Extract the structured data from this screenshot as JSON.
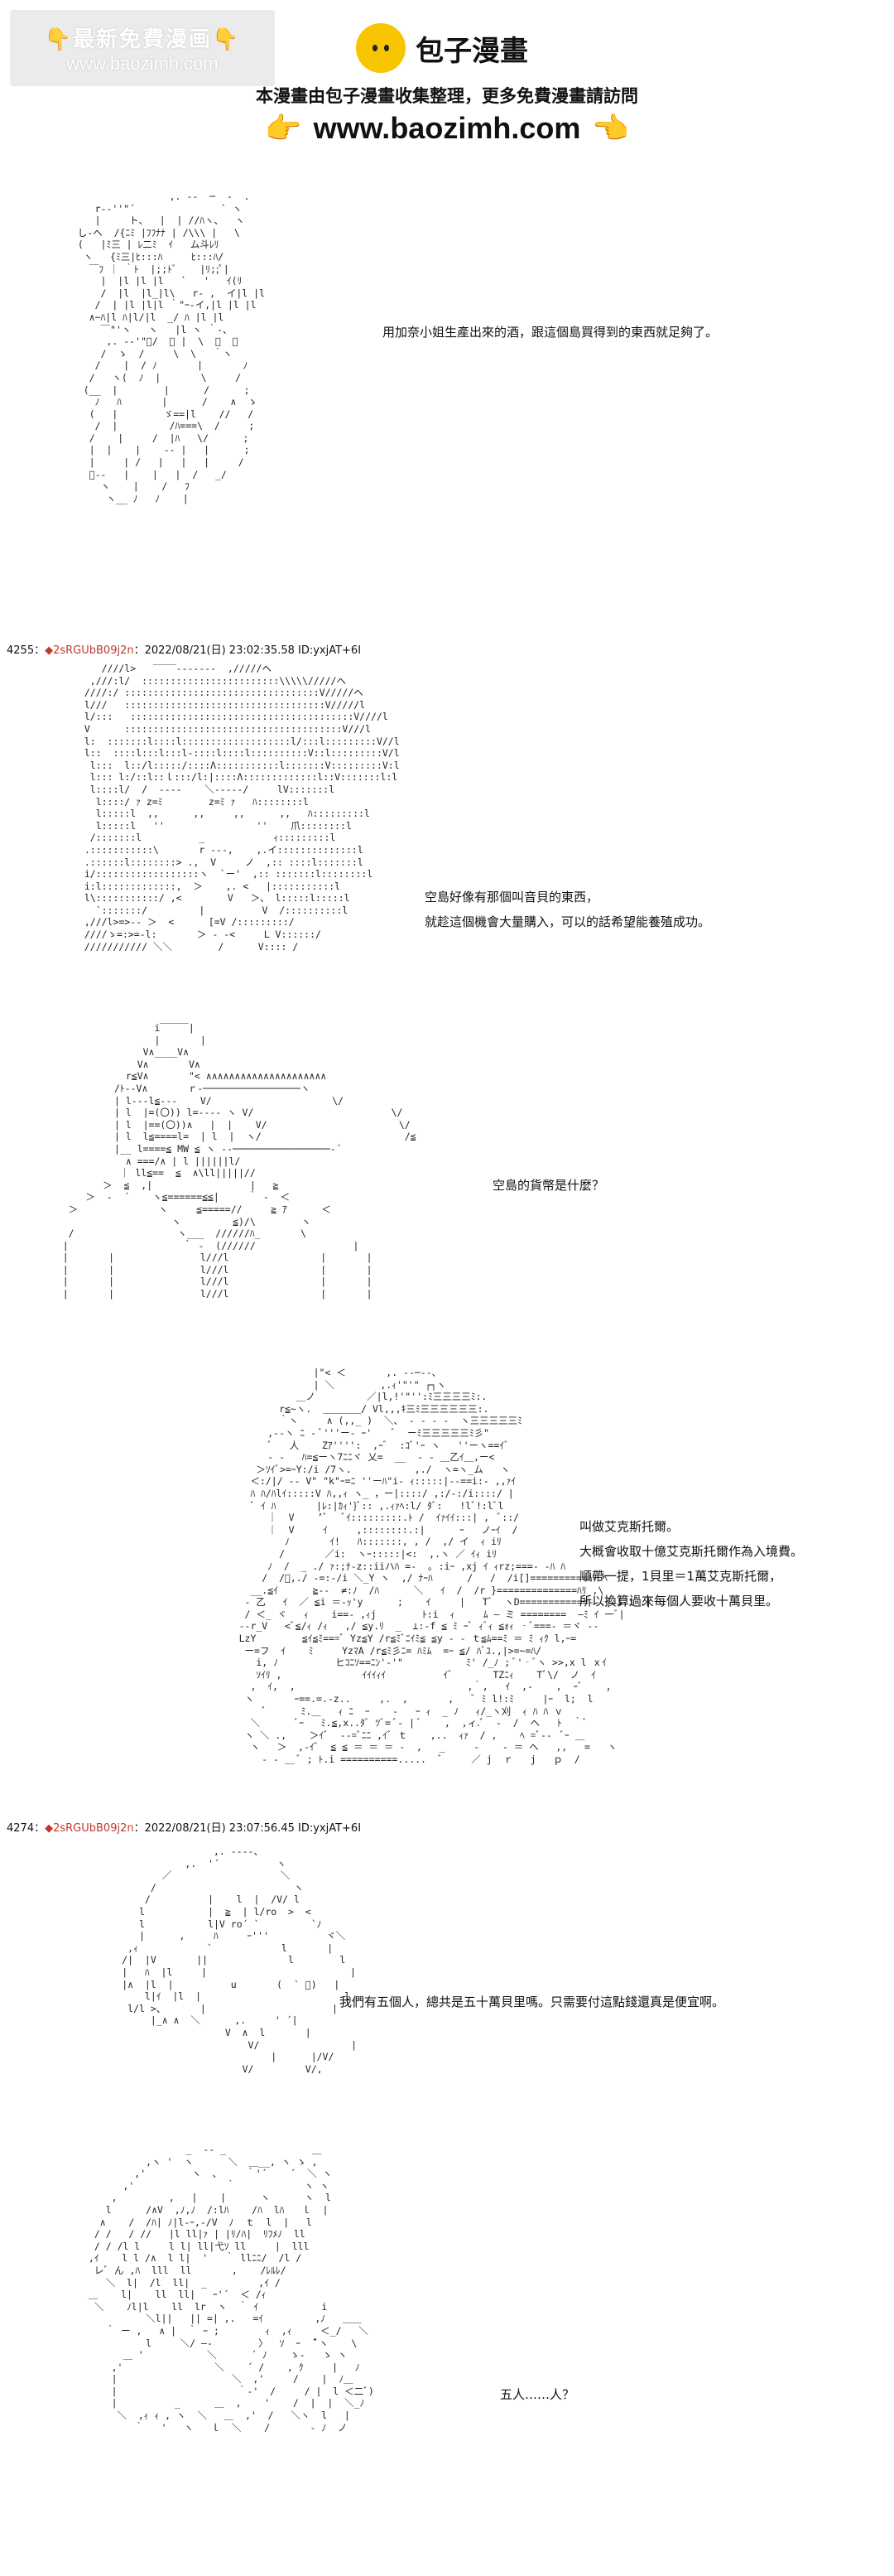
{
  "watermark": {
    "line1": "最新免費漫画",
    "line2": "www.baozimh.com"
  },
  "brand": {
    "name": "包子漫畫",
    "tagline": "本漫畫由包子漫畫收集整理，更多免費漫畫請訪問",
    "site": "www.baozimh.com",
    "hand": "👉",
    "hand_r": "👈",
    "hand_up": "👇"
  },
  "posts": [
    {
      "number": "4255：",
      "name": "◆2sRGUbB09j2n",
      "date": "：2022/08/21(日) 23:02:35.58 ID:yxjAT+6I"
    },
    {
      "number": "4274：",
      "name": "◆2sRGUbB09j2n",
      "date": "：2022/08/21(日) 23:07:56.45 ID:yxjAT+6I"
    }
  ],
  "dialogue": {
    "d1": "用加奈小姐生產出來的酒，跟這個島買得到的東西就足夠了。",
    "d2": "空島好像有那個叫音貝的東西，\n就趁這個機會大量購入，可以的話希望能養殖成功。",
    "d3": "空島的貨幣是什麼？",
    "d4": "叫做艾克斯托爾。\n大概會收取十億艾克斯托爾作為入境費。\n順帶一提，1貝里＝1萬艾克斯托爾，\n所以換算過來每個人要收十萬貝里。",
    "d5": "我們有五個人，總共是五十萬貝里嗎。只需要付這點錢還真是便宜啊。",
    "d6": "五人……人？"
  }
}
